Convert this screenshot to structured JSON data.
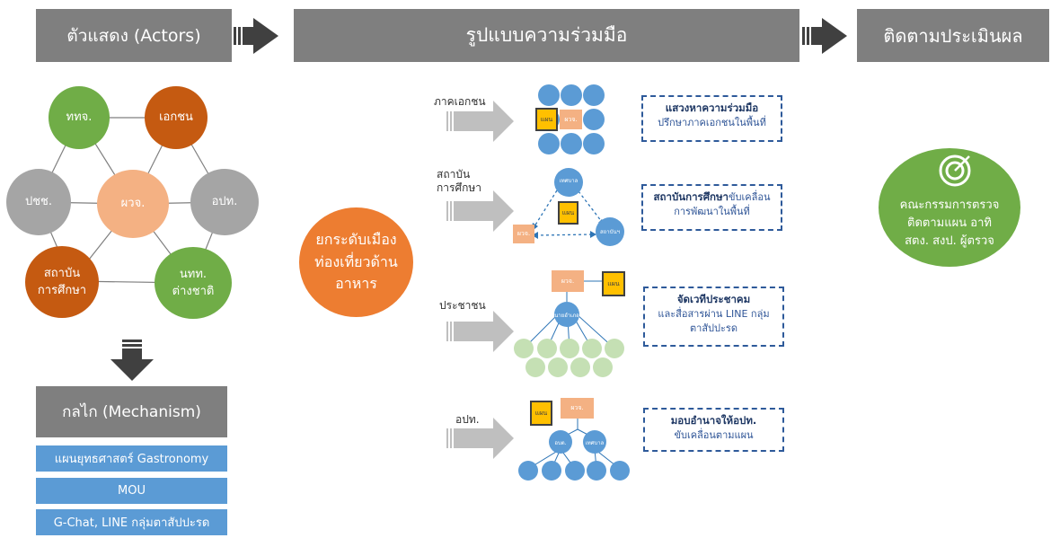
{
  "headers": {
    "actors": "ตัวแสดง (Actors)",
    "model": "รูปแบบความร่วมมือ",
    "evaluation": "ติดตามประเมินผล"
  },
  "actors": {
    "center": "ผวจ.",
    "top_left": "ททจ.",
    "top_right": "เอกชน",
    "mid_left": "ปชช.",
    "mid_right": "อปท.",
    "bottom_left_1": "สถาบัน",
    "bottom_left_2": "การศึกษา",
    "bottom_right_1": "นทท.",
    "bottom_right_2": "ต่างชาติ"
  },
  "mechanism": {
    "title": "กลไก (Mechanism)",
    "items": [
      "แผนยุทธศาสตร์ Gastronomy",
      "MOU",
      "G-Chat, LINE กลุ่มตาสัปปะรด"
    ]
  },
  "goal": {
    "line1": "ยกระดับเมือง",
    "line2": "ท่องเที่ยวด้าน",
    "line3": "อาหาร"
  },
  "rows": [
    {
      "label_1": "ภาคเอกชน",
      "label_2": "",
      "box_title": "แสวงหาความร่วมมือ",
      "box_text_1": "ปรึกษาภาคเอกชนในพื้นที่",
      "box_text_2": ""
    },
    {
      "label_1": "สถาบัน",
      "label_2": "การศึกษา",
      "box_title": "สถาบันการศึกษา",
      "box_title_rest": "ขับเคลื่อน",
      "box_text_1": "การพัฒนาในพื้นที่",
      "box_text_2": ""
    },
    {
      "label_1": "ประชาชน",
      "label_2": "",
      "box_title": "จัดเวทีประชาคม",
      "box_text_1": "และสื่อสารผ่าน LINE กลุ่ม",
      "box_text_2": "ตาสัปปะรด"
    },
    {
      "label_1": "อปท.",
      "label_2": "",
      "box_title": "มอบอำนาจให้อปท.",
      "box_text_1": "ขับเคลื่อนตามแผน",
      "box_text_2": ""
    }
  ],
  "mini": {
    "plan": "แผน",
    "governor": "ผวจ.",
    "municipality": "เทศบาล",
    "institute": "สถาบันฯ",
    "district_chief": "นายอำเภอ",
    "subdistrict": "อบต.",
    "municipality_short": "เทศบาล"
  },
  "evaluation": {
    "line1": "คณะกรรมการตรวจ",
    "line2": "ติดตามแผน อาทิ",
    "line3": "สตง. สงป. ผู้ตรวจ"
  },
  "colors": {
    "header_gray": "#7f7f7f",
    "green": "#70ad47",
    "orange_dark": "#c55a11",
    "gray_circle": "#a5a5a5",
    "peach": "#f4b183",
    "orange": "#ed7d31",
    "blue": "#5b9bd5",
    "light_green": "#c5e0b4",
    "plan_gold": "#ffc000"
  }
}
